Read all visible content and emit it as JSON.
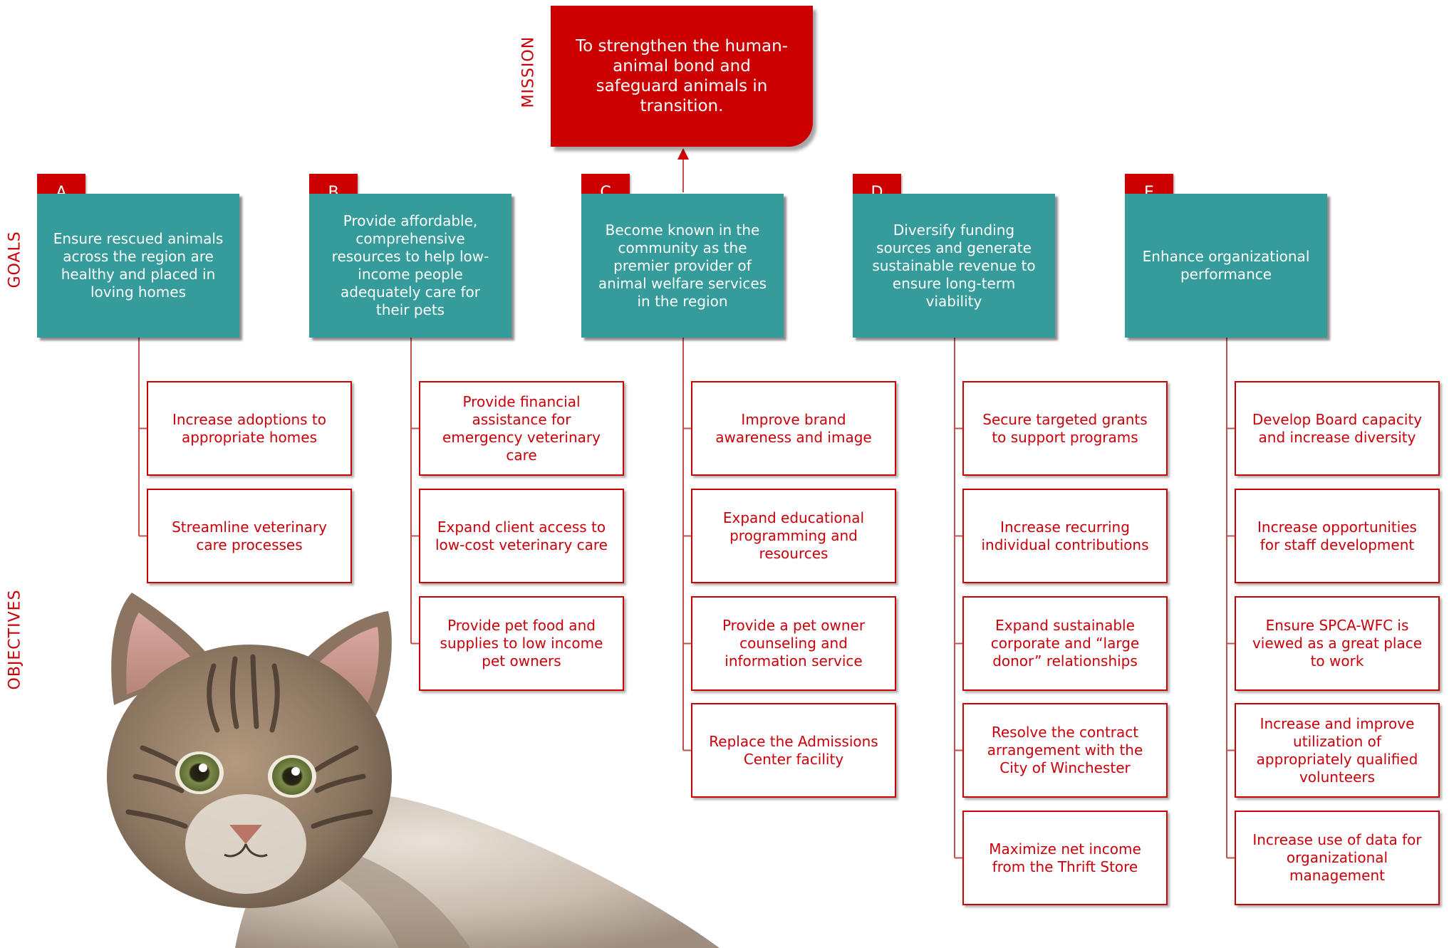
{
  "labels": {
    "mission": "MISSION",
    "goals": "GOALS",
    "objectives": "OBJECTIVES"
  },
  "mission": {
    "text": "To strengthen the human-animal bond and safeguard animals in transition."
  },
  "colors": {
    "red": "#cc0000",
    "teal": "#359b9b",
    "connector": "#c0504d"
  },
  "goals": [
    {
      "letter": "A",
      "text": "Ensure rescued animals across the region are healthy and placed in loving homes",
      "objectives": [
        "Increase adoptions to appropriate homes",
        "Streamline veterinary care processes"
      ]
    },
    {
      "letter": "B",
      "text": "Provide affordable, comprehensive resources to help low-income people adequately care for their pets",
      "objectives": [
        "Provide financial assistance for emergency veterinary care",
        "Expand client access to low-cost veterinary care",
        "Provide pet food and supplies to low income pet owners"
      ]
    },
    {
      "letter": "C",
      "text": "Become known in the community as the premier provider of animal welfare services in the region",
      "objectives": [
        "Improve brand awareness and image",
        "Expand educational programming and resources",
        "Provide a pet owner counseling and information service",
        "Replace the Admissions Center facility"
      ]
    },
    {
      "letter": "D",
      "text": "Diversify funding sources and generate sustainable revenue to ensure long-term viability",
      "objectives": [
        "Secure targeted grants to support programs",
        "Increase recurring individual contributions",
        "Expand sustainable corporate and “large donor” relationships",
        "Resolve the contract arrangement with the City of Winchester",
        "Maximize net income from the Thrift Store"
      ]
    },
    {
      "letter": "E",
      "text": "Enhance organizational performance",
      "objectives": [
        "Develop Board capacity and increase diversity",
        "Increase opportunities for staff development",
        "Ensure SPCA-WFC is viewed as a great place to work",
        "Increase and improve utilization of appropriately qualified volunteers",
        "Increase use of data for organizational management"
      ]
    }
  ]
}
